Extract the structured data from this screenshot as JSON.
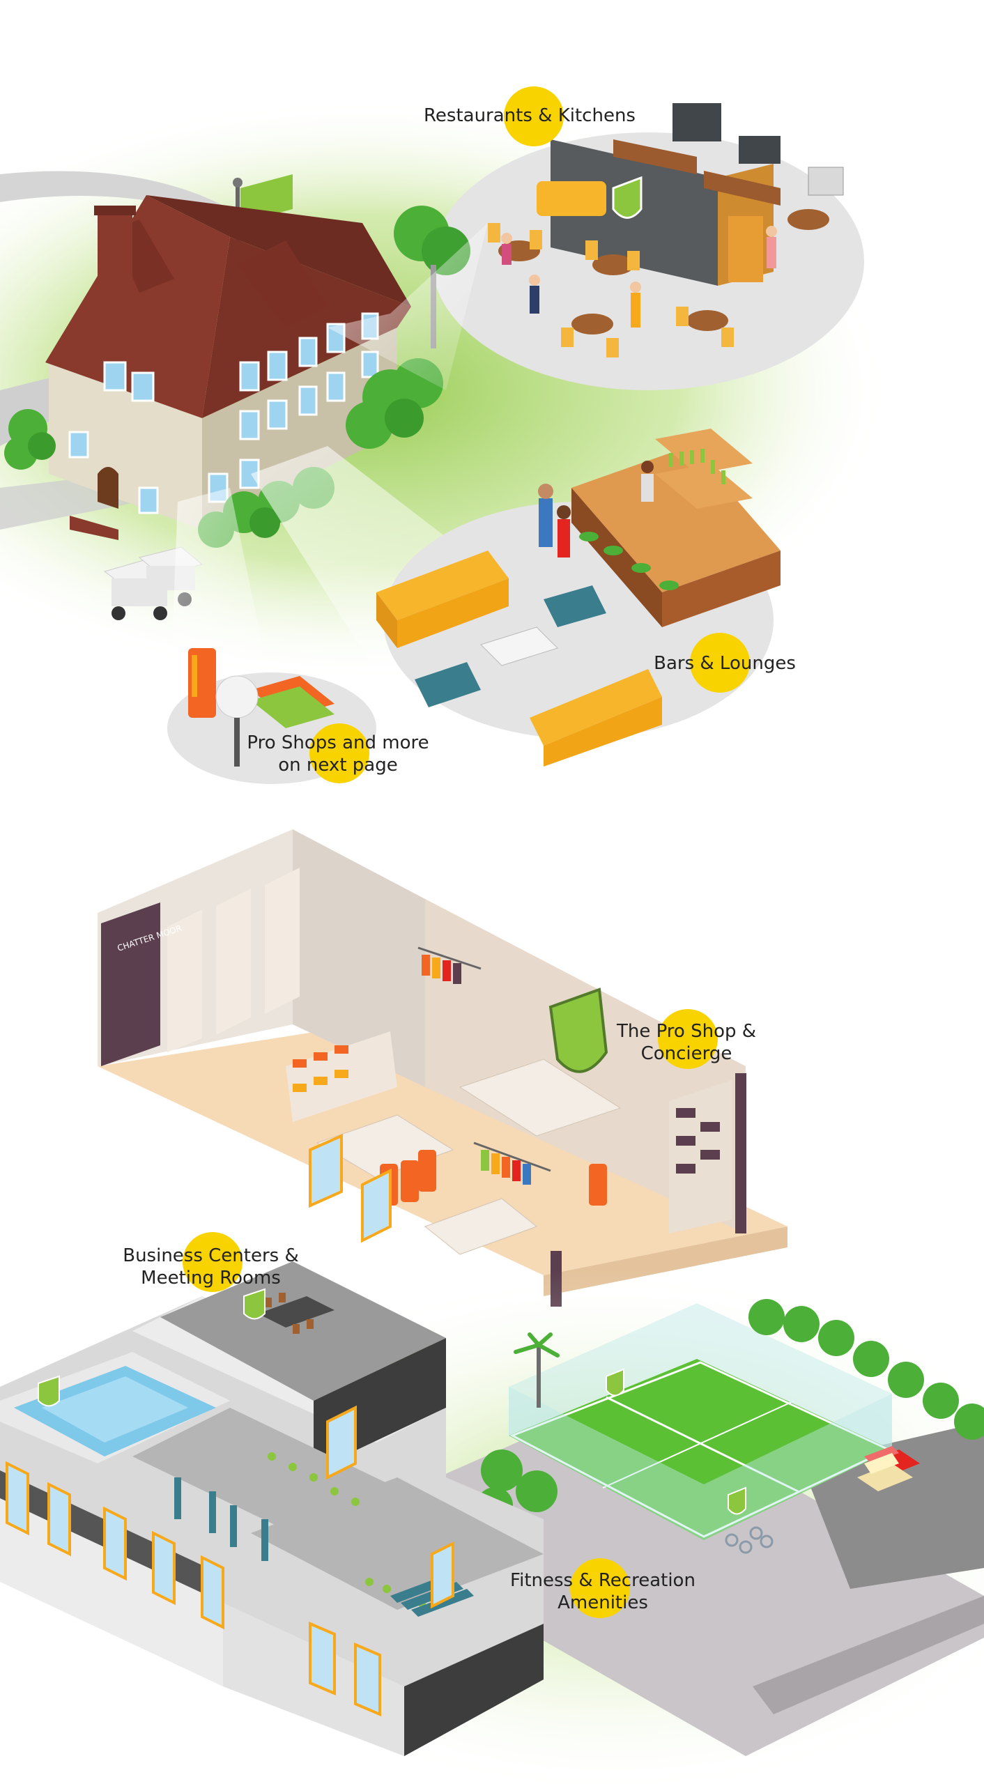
{
  "labels": {
    "restaurants": [
      "Restaurants & Kitchens"
    ],
    "bars": [
      "Bars & Lounges"
    ],
    "pro_shops": [
      "Pro Shops and more",
      "on next page"
    ],
    "pro_shop_concierge": [
      "The Pro Shop &",
      "Concierge"
    ],
    "business": [
      "Business Centers &",
      "Meeting Rooms"
    ],
    "fitness": [
      "Fitness & Recreation",
      "Amenities"
    ]
  },
  "sign_text": "CHATTER MOOR",
  "colors": {
    "accent_yellow": "#f9d300",
    "grass": "#8cc63f",
    "roof": "#8a3a2c",
    "orange": "#f7a81b",
    "teal": "#3a7d8c",
    "shop_floor": "#f6d9b5",
    "pool": "#7ec8ea",
    "court": "#5cc035"
  }
}
